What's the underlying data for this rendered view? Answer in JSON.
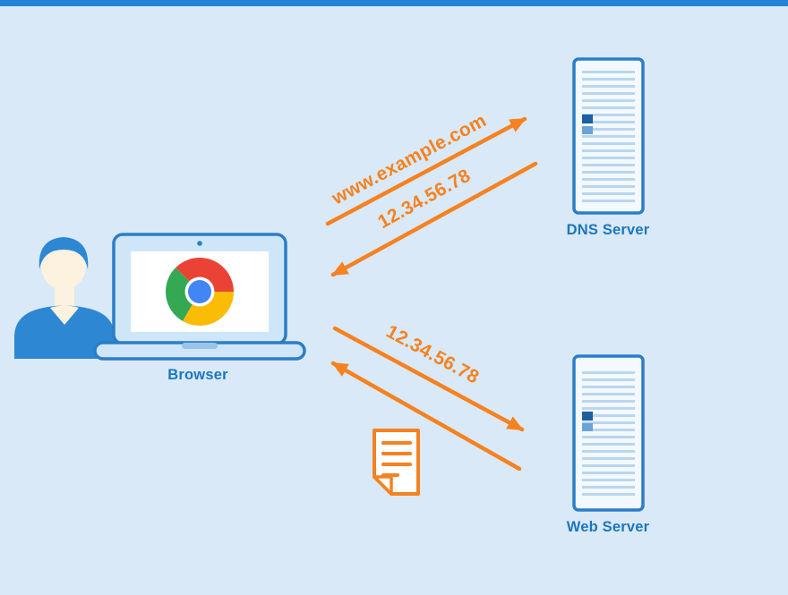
{
  "colors": {
    "background": "#d9e9f7",
    "top_bar": "#2583d6",
    "outline_blue": "#2b7dc7",
    "label_blue": "#1c76bc",
    "orange": "#f58220",
    "vent_blue": "#b9d6f0",
    "chrome_red": "#ea4335",
    "chrome_yellow": "#fbbc05",
    "chrome_green": "#34a853",
    "chrome_blue": "#4285f4"
  },
  "nodes": {
    "browser": {
      "label": "Browser",
      "icon": "chrome-logo-icon"
    },
    "dns_server": {
      "label": "DNS Server",
      "icon": "server-tower-icon"
    },
    "web_server": {
      "label": "Web Server",
      "icon": "server-tower-icon"
    }
  },
  "flows": {
    "dns_request": {
      "label": "www.example.com",
      "from": "browser",
      "to": "dns_server"
    },
    "dns_response": {
      "label": "12.34.56.78",
      "from": "dns_server",
      "to": "browser"
    },
    "web_request": {
      "label": "12.34.56.78",
      "from": "browser",
      "to": "web_server"
    },
    "web_response": {
      "icon": "document-icon",
      "from": "web_server",
      "to": "browser"
    }
  }
}
